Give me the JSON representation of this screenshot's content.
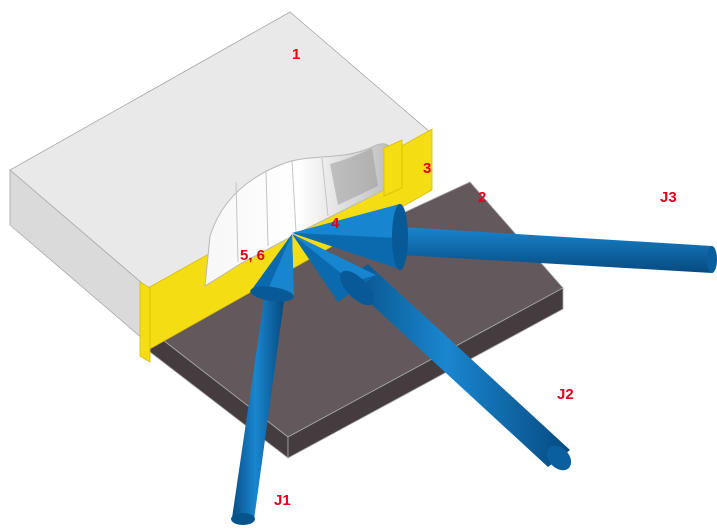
{
  "labels": {
    "part_1": "1",
    "part_2": "2",
    "part_3": "3",
    "part_4": "4",
    "parts_5_6": "5, 6",
    "jet_1": "J1",
    "jet_2": "J2",
    "jet_3": "J3"
  },
  "colors": {
    "label": "#e3001b",
    "block_top": "#e9e9e9",
    "block_front": "#cfcfcf",
    "block_left": "#dadada",
    "plate_top": "#63595c",
    "plate_side": "#453c3f",
    "yellow_layer": "#f4dd12",
    "arrow_blue": "#0a6aad"
  }
}
